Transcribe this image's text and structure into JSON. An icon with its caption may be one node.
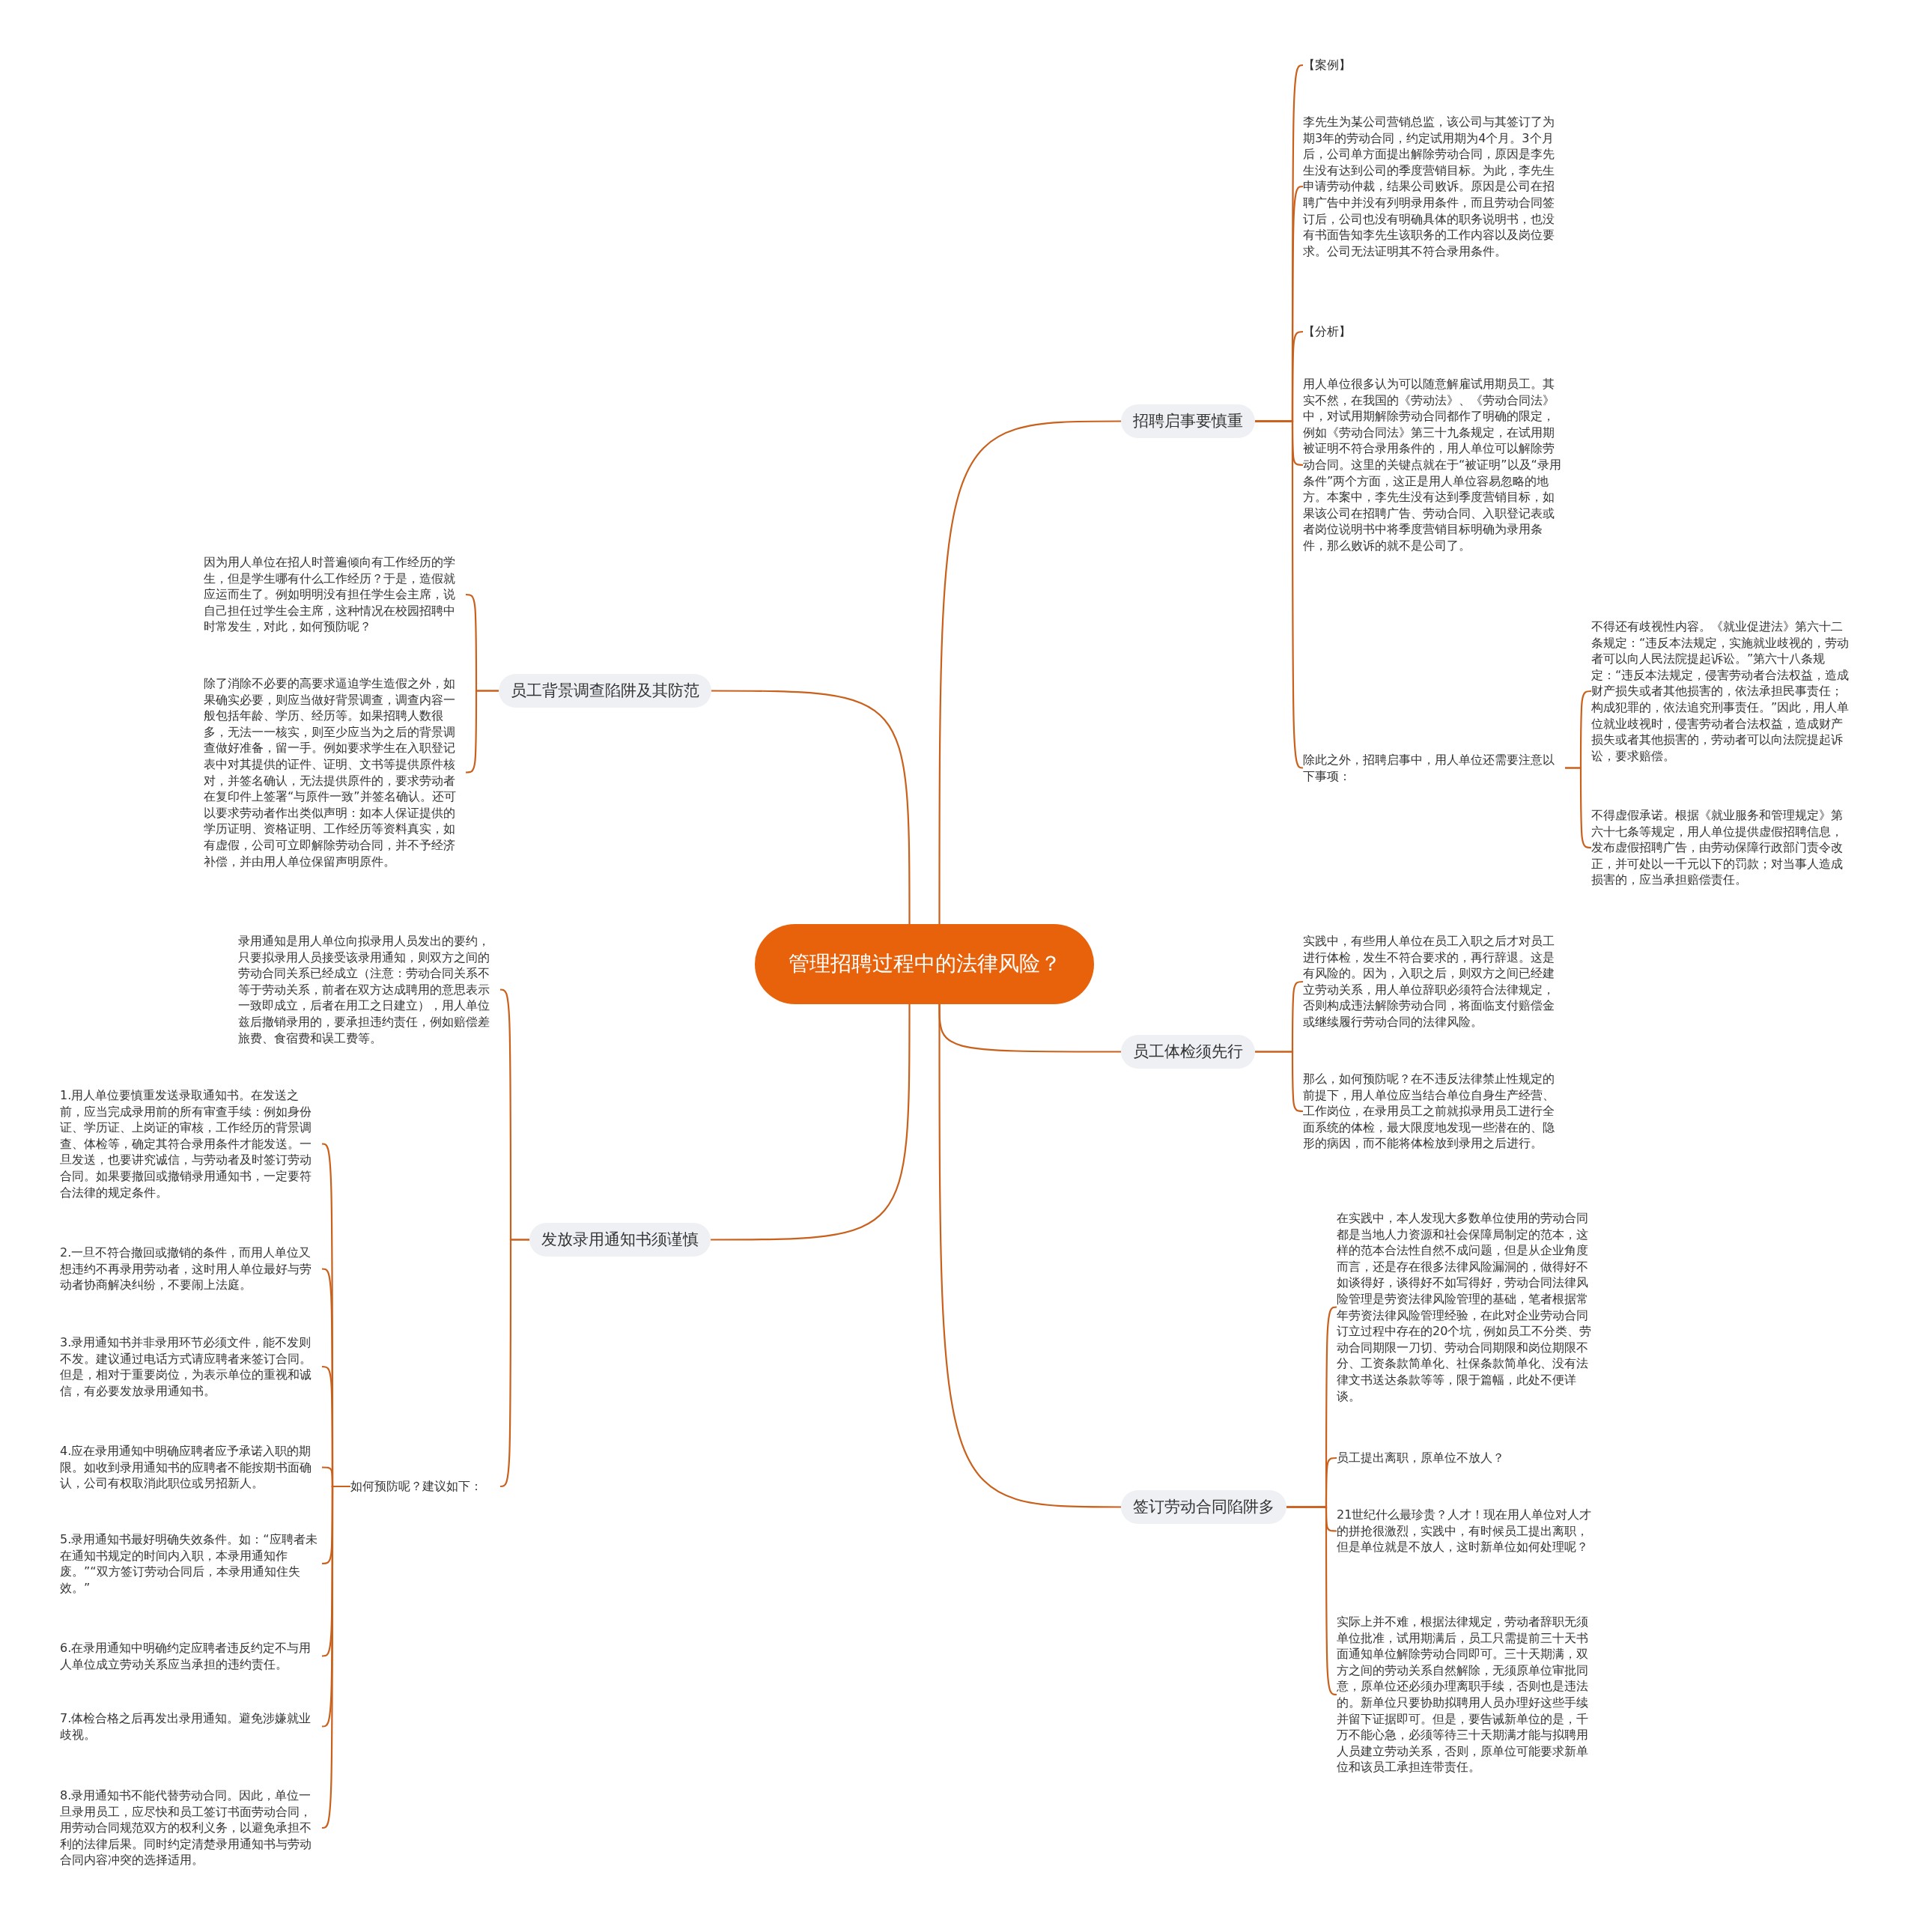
{
  "diagram": {
    "nodes": [
      {
        "text": [
          "管理招聘过程中的法律风险？"
        ]
      },
      {
        "text": [
          "招聘启事要慎重"
        ]
      },
      {
        "text": [
          "【案例】"
        ]
      },
      {
        "text": [
          "李先生为某公司营销总监，该公司与其签订了为期3年的劳动合同，约定试用期为4个月。3个月后，公司单方面提出解除劳动合同，原因是李先生没有达到公司的季度营销目标。为此，李先生申请劳动仲裁，结果公司败诉。原因是公司在招聘广告中并没有列明录用条件，而且劳动合同签订后，公司也没有明确具体的职务说明书，也没有书面告知李先生该职务的工作内容以及岗位要求。公司无法证明其不符合录用条件。"
        ]
      },
      {
        "text": [
          "【分析】"
        ]
      },
      {
        "text": [
          "用人单位很多认为可以随意解雇试用期员工。其实不然，在我国的《劳动法》、《劳动合同法》中，对试用期解除劳动合同都作了明确的限定，例如《劳动合同法》第三十九条规定，在试用期被证明不符合录用条件的，用人单位可以解除劳动合同。这里的关键点就在于“被证明”以及“录用条件”两个方面，这正是用人单位容易忽略的地方。本案中，李先生没有达到季度营销目标，如果该公司在招聘广告、劳动合同、入职登记表或者岗位说明书中将季度营销目标明确为录用条件，那么败诉的就不是公司了。"
        ]
      },
      {
        "text": [
          "除此之外，招聘启事中，用人单位还需要注意以下事项："
        ]
      },
      {
        "text": [
          "不得还有歧视性内容。《就业促进法》第六十二条规定：“违反本法规定，实施就业歧视的，劳动者可以向人民法院提起诉讼。”第六十八条规定：“违反本法规定，侵害劳动者合法权益，造成财产损失或者其他损害的，依法承担民事责任；构成犯罪的，依法追究刑事责任。”因此，用人单位就业歧视时，侵害劳动者合法权益，造成财产损失或者其他损害的，劳动者可以向法院提起诉讼，要求赔偿。"
        ]
      },
      {
        "text": [
          "不得虚假承诺。根据《就业服务和管理规定》第六十七条等规定，用人单位提供虚假招聘信息，发布虚假招聘广告，由劳动保障行政部门责令改正，并可处以一千元以下的罚款；对当事人造成损害的，应当承担赔偿责任。"
        ]
      },
      {
        "text": [
          "员工背景调查陷阱及其防范"
        ]
      },
      {
        "text": [
          "因为用人单位在招人时普遍倾向有工作经历的学生，但是学生哪有什么工作经历？于是，造假就应运而生了。例如明明没有担任学生会主席，说自己担任过学生会主席，这种情况在校园招聘中时常发生，对此，如何预防呢？"
        ]
      },
      {
        "text": [
          "除了消除不必要的高要求逼迫学生造假之外，如果确实必要，则应当做好背景调查，调查内容一般包括年龄、学历、经历等。如果招聘人数很多，无法一一核实，则至少应当为之后的背景调查做好准备，留一手。例如要求学生在入职登记表中对其提供的证件、证明、文书等提供原件核对，并签名确认，无法提供原件的，要求劳动者在复印件上签署“与原件一致”并签名确认。还可以要求劳动者作出类似声明：如本人保证提供的学历证明、资格证明、工作经历等资料真实，如有虚假，公司可立即解除劳动合同，并不予经济补偿，并由用人单位保留声明原件。"
        ]
      },
      {
        "text": [
          "发放录用通知书须谨慎"
        ]
      },
      {
        "text": [
          "录用通知是用人单位向拟录用人员发出的要约，只要拟录用人员接受该录用通知，则双方之间的劳动合同关系已经成立（注意：劳动合同关系不等于劳动关系，前者在双方达成聘用的意思表示一致即成立，后者在用工之日建立），用人单位兹后撤销录用的，要承担违约责任，例如赔偿差旅费、食宿费和误工费等。"
        ]
      },
      {
        "text": [
          "如何预防呢？建议如下："
        ]
      },
      {
        "text": [
          "1.用人单位要慎重发送录取通知书。在发送之前，应当完成录用前的所有审查手续：例如身份证、学历证、上岗证的审核，工作经历的背景调查、体检等，确定其符合录用条件才能发送。一旦发送，也要讲究诚信，与劳动者及时签订劳动合同。如果要撤回或撤销录用通知书，一定要符合法律的规定条件。"
        ]
      },
      {
        "text": [
          "2.一旦不符合撤回或撤销的条件，而用人单位又想违约不再录用劳动者，这时用人单位最好与劳动者协商解决纠纷，不要闹上法庭。"
        ]
      },
      {
        "text": [
          "3.录用通知书并非录用环节必须文件，能不发则不发。建议通过电话方式请应聘者来签订合同。但是，相对于重要岗位，为表示单位的重视和诚信，有必要发放录用通知书。"
        ]
      },
      {
        "text": [
          "4.应在录用通知中明确应聘者应予承诺入职的期限。如收到录用通知书的应聘者不能按期书面确认，公司有权取消此职位或另招新人。"
        ]
      },
      {
        "text": [
          "5.录用通知书最好明确失效条件。如：“应聘者未在通知书规定的时间内入职，本录用通知作废。”“双方签订劳动合同后，本录用通知住失效。”"
        ]
      },
      {
        "text": [
          "6.在录用通知中明确约定应聘者违反约定不与用人单位成立劳动关系应当承担的违约责任。"
        ]
      },
      {
        "text": [
          "7.体检合格之后再发出录用通知。避免涉嫌就业歧视。"
        ]
      },
      {
        "text": [
          "8.录用通知书不能代替劳动合同。因此，单位一旦录用员工，应尽快和员工签订书面劳动合同，用劳动合同规范双方的权利义务，以避免承担不利的法律后果。同时约定清楚录用通知书与劳动合同内容冲突的选择适用。"
        ]
      },
      {
        "text": [
          "员工体检须先行"
        ]
      },
      {
        "text": [
          "实践中，有些用人单位在员工入职之后才对员工进行体检，发生不符合要求的，再行辞退。这是有风险的。因为，入职之后，则双方之间已经建立劳动关系，用人单位辞职必须符合法律规定，否则构成违法解除劳动合同，将面临支付赔偿金或继续履行劳动合同的法律风险。"
        ]
      },
      {
        "text": [
          "那么，如何预防呢？在不违反法律禁止性规定的前提下，用人单位应当结合单位自身生产经营、工作岗位，在录用员工之前就拟录用员工进行全面系统的体检，最大限度地发现一些潜在的、隐形的病因，而不能将体检放到录用之后进行。"
        ]
      },
      {
        "text": [
          "签订劳动合同陷阱多"
        ]
      },
      {
        "text": [
          "在实践中，本人发现大多数单位使用的劳动合同都是当地人力资源和社会保障局制定的范本，这样的范本合法性自然不成问题，但是从企业角度而言，还是存在很多法律风险漏洞的，做得好不如谈得好，谈得好不如写得好，劳动合同法律风险管理是劳资法律风险管理的基础，笔者根据常年劳资法律风险管理经验，在此对企业劳动合同订立过程中存在的20个坑，例如员工不分类、劳动合同期限一刀切、劳动合同期限和岗位期限不分、工资条款简单化、社保条款简单化、没有法律文书送达条款等等，限于篇幅，此处不便详谈。"
        ]
      },
      {
        "text": [
          "员工提出离职，原单位不放人？"
        ]
      },
      {
        "text": [
          "21世纪什么最珍贵？人才！现在用人单位对人才的拼抢很激烈，实践中，有时候员工提出离职，但是单位就是不放人，这时新单位如何处理呢？"
        ]
      },
      {
        "text": [
          "实际上并不难，根据法律规定，劳动者辞职无须单位批准，试用期满后，员工只需提前三十天书面通知单位解除劳动合同即可。三十天期满，双方之间的劳动关系自然解除，无须原单位审批同意，原单位还必须办理离职手续，否则也是违法的。新单位只要协助拟聘用人员办理好这些手续并留下证据即可。但是，要告诫新单位的是，千万不能心急，必须等待三十天期满才能与拟聘用人员建立劳动关系，否则，原单位可能要求新单位和该员工承担连带责任。"
        ]
      }
    ],
    "edges": [
      {
        "from": 0,
        "to": 1,
        "arrow": "none"
      },
      {
        "from": 1,
        "to": 2,
        "arrow": "none"
      },
      {
        "from": 1,
        "to": 3,
        "arrow": "none"
      },
      {
        "from": 1,
        "to": 4,
        "arrow": "none"
      },
      {
        "from": 1,
        "to": 5,
        "arrow": "none"
      },
      {
        "from": 1,
        "to": 6,
        "arrow": "none"
      },
      {
        "from": 6,
        "to": 7,
        "arrow": "none"
      },
      {
        "from": 6,
        "to": 8,
        "arrow": "none"
      },
      {
        "from": 0,
        "to": 9,
        "arrow": "none"
      },
      {
        "from": 9,
        "to": 10,
        "arrow": "none"
      },
      {
        "from": 9,
        "to": 11,
        "arrow": "none"
      },
      {
        "from": 0,
        "to": 12,
        "arrow": "none"
      },
      {
        "from": 12,
        "to": 13,
        "arrow": "none"
      },
      {
        "from": 12,
        "to": 14,
        "arrow": "none"
      },
      {
        "from": 14,
        "to": 15,
        "arrow": "none"
      },
      {
        "from": 14,
        "to": 16,
        "arrow": "none"
      },
      {
        "from": 14,
        "to": 17,
        "arrow": "none"
      },
      {
        "from": 14,
        "to": 18,
        "arrow": "none"
      },
      {
        "from": 14,
        "to": 19,
        "arrow": "none"
      },
      {
        "from": 14,
        "to": 20,
        "arrow": "none"
      },
      {
        "from": 14,
        "to": 21,
        "arrow": "none"
      },
      {
        "from": 14,
        "to": 22,
        "arrow": "none"
      },
      {
        "from": 0,
        "to": 23,
        "arrow": "none"
      },
      {
        "from": 23,
        "to": 24,
        "arrow": "none"
      },
      {
        "from": 23,
        "to": 25,
        "arrow": "none"
      },
      {
        "from": 0,
        "to": 26,
        "arrow": "none"
      },
      {
        "from": 26,
        "to": 27,
        "arrow": "none"
      },
      {
        "from": 26,
        "to": 28,
        "arrow": "none"
      },
      {
        "from": 26,
        "to": 29,
        "arrow": "none"
      },
      {
        "from": 26,
        "to": 30,
        "arrow": "none"
      }
    ]
  }
}
